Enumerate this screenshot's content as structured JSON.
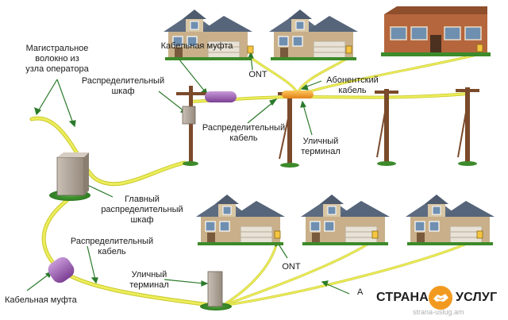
{
  "labels": {
    "backbone_fiber": [
      "Магистральное",
      "волокно из",
      "узла оператора"
    ],
    "distribution_cabinet": [
      "Распределительный",
      "шкаф"
    ],
    "cable_coupling_top": "Кабельная муфта",
    "ont_top": "ONT",
    "subscriber_cable": [
      "Абонентский",
      "кабель"
    ],
    "distribution_cable_top": [
      "Распределительный",
      "кабель"
    ],
    "street_terminal_top": [
      "Уличный",
      "терминал"
    ],
    "main_distribution_cabinet": [
      "Главный",
      "распределительный",
      "шкаф"
    ],
    "distribution_cable_bottom": [
      "Распределительный",
      "кабель"
    ],
    "ont_bottom": "ONT",
    "street_terminal_bottom": [
      "Уличный",
      "терминал"
    ],
    "cable_coupling_bottom": "Кабельная муфта",
    "subscriber_partial": "А"
  },
  "brand": {
    "left_word": "СТРАНА",
    "right_word": "УСЛУГ",
    "watermark": "strana-uslug.am"
  },
  "colors": {
    "fiber": "#e9ea52",
    "fiber_outline": "#c9c930",
    "pole": "#7a4a2b",
    "coupling": "#9b5fb0",
    "terminal": "#f0a030",
    "cabinet": "#b3a79a",
    "grass": "#3c8a2a",
    "brand_orange": "#f29a1f"
  },
  "icons": [
    "house-icon",
    "brick-building-icon",
    "utility-pole-icon",
    "cabinet-icon",
    "coupling-icon",
    "terminal-icon",
    "handshake-icon"
  ]
}
